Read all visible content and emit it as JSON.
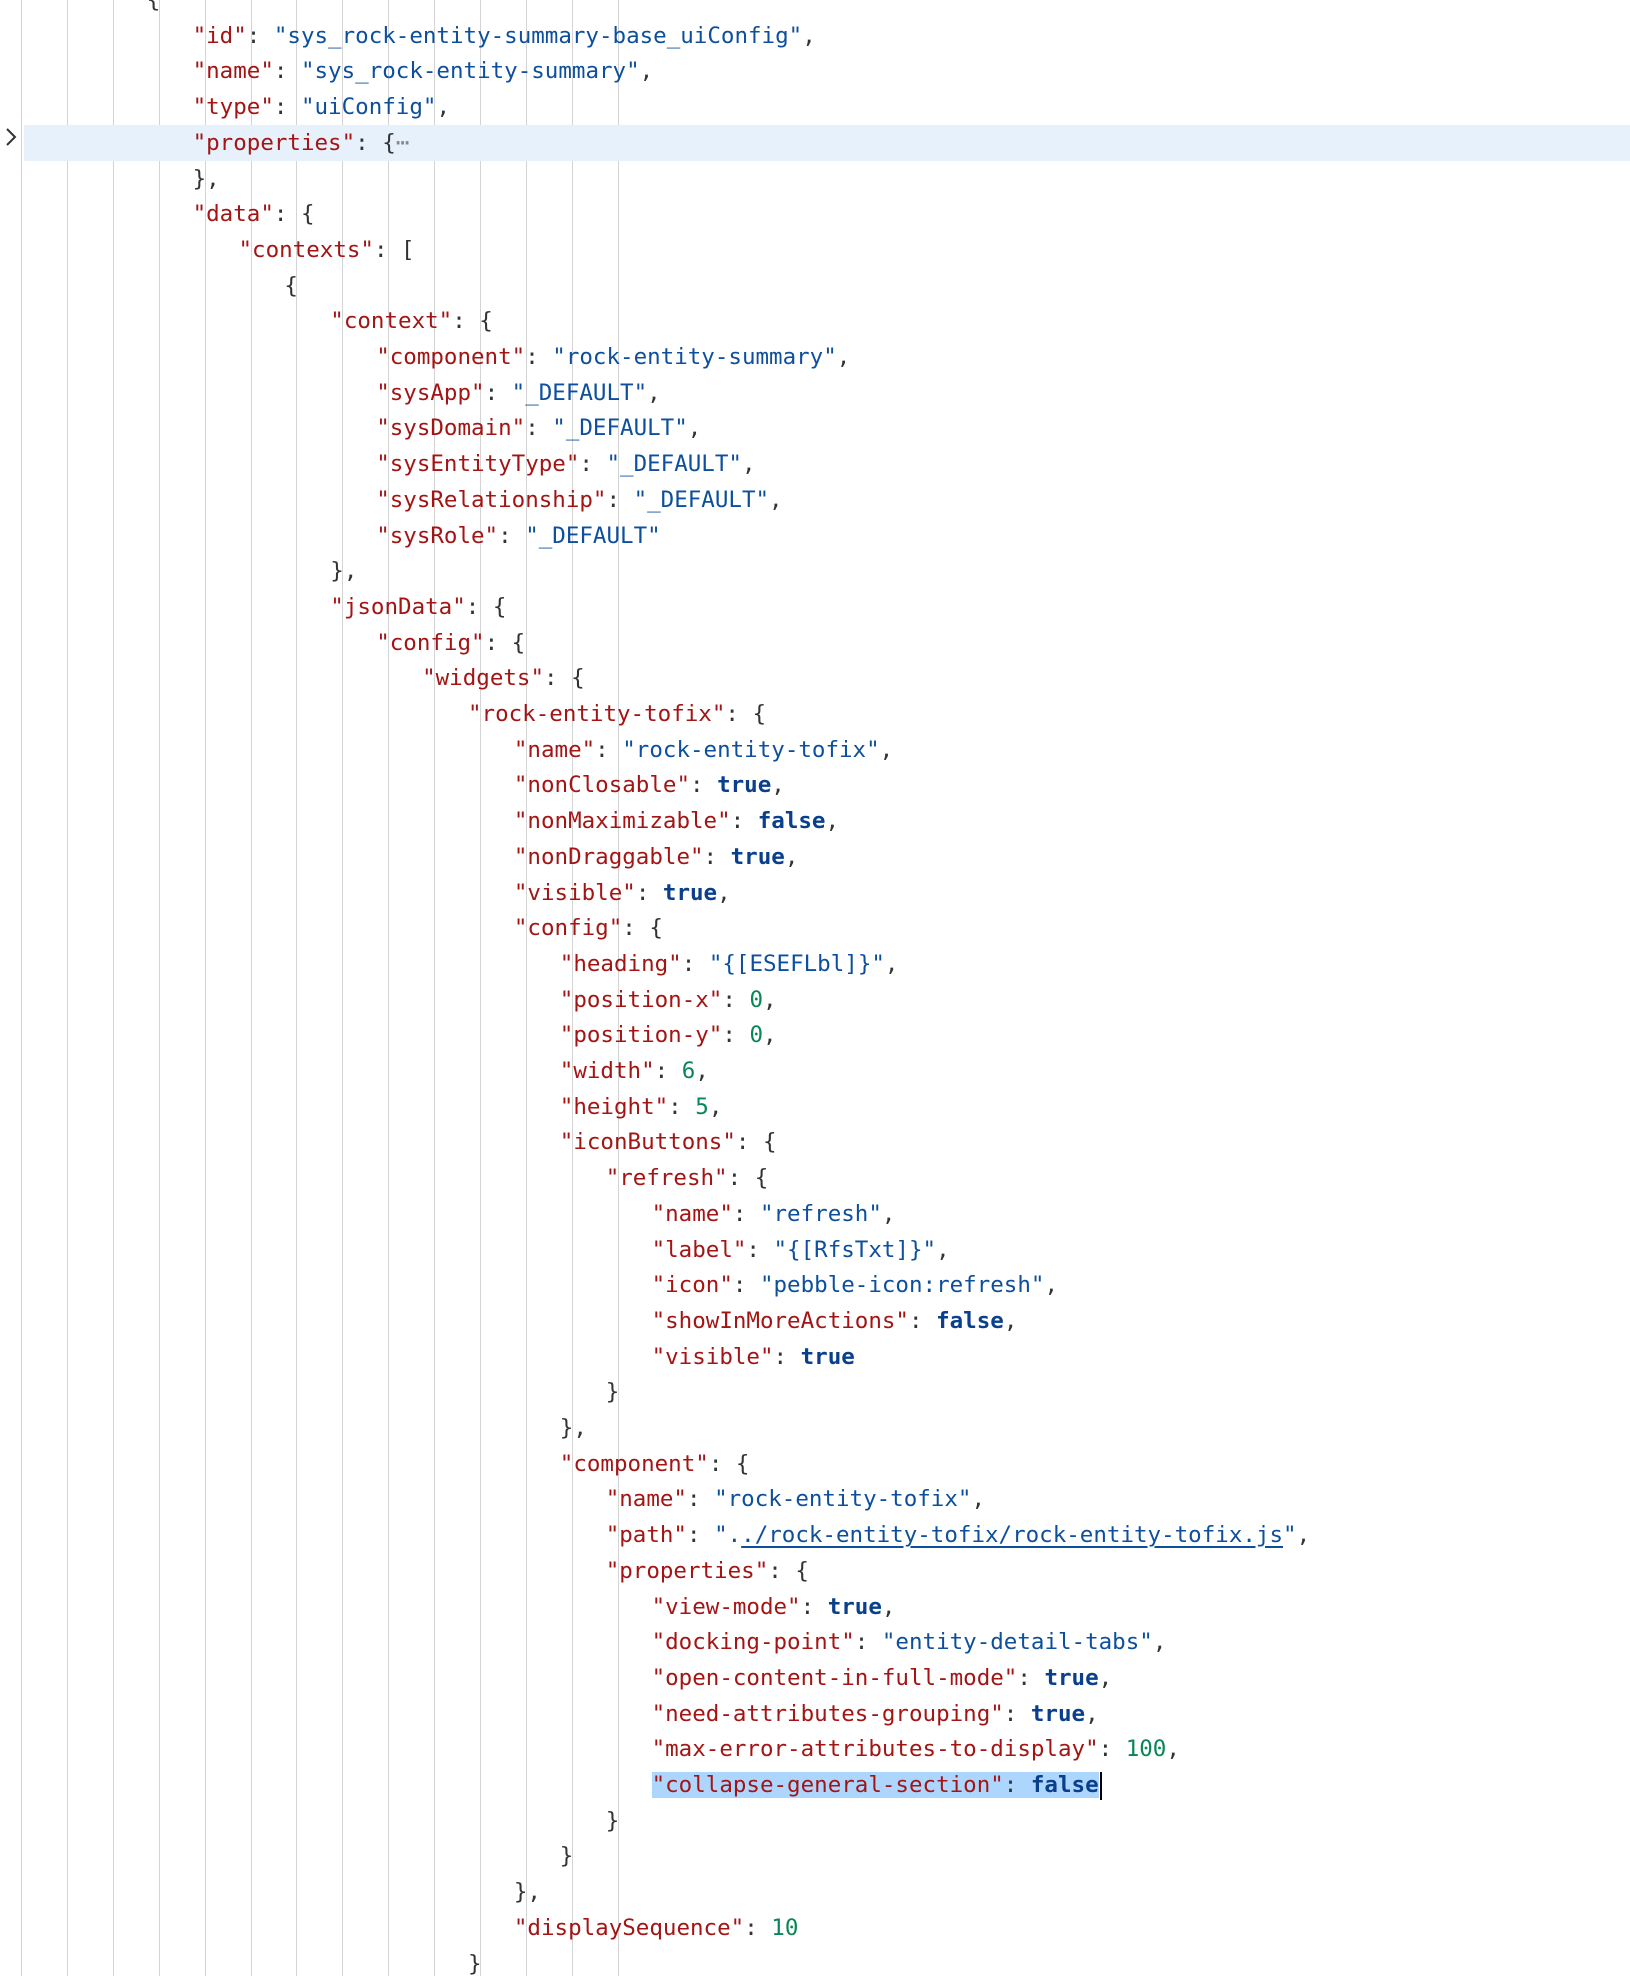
{
  "editor": {
    "folded_marker": "⋯",
    "lines": [
      {
        "indent": 3,
        "tokens": [
          {
            "t": "punc",
            "v": "{"
          }
        ],
        "clip": true
      },
      {
        "indent": 4,
        "tokens": [
          {
            "t": "key",
            "v": "\"id\""
          },
          {
            "t": "punc",
            "v": ": "
          },
          {
            "t": "str",
            "v": "\"sys_rock-entity-summary-base_uiConfig\""
          },
          {
            "t": "punc",
            "v": ","
          }
        ]
      },
      {
        "indent": 4,
        "tokens": [
          {
            "t": "key",
            "v": "\"name\""
          },
          {
            "t": "punc",
            "v": ": "
          },
          {
            "t": "str",
            "v": "\"sys_rock-entity-summary\""
          },
          {
            "t": "punc",
            "v": ","
          }
        ]
      },
      {
        "indent": 4,
        "tokens": [
          {
            "t": "key",
            "v": "\"type\""
          },
          {
            "t": "punc",
            "v": ": "
          },
          {
            "t": "str",
            "v": "\"uiConfig\""
          },
          {
            "t": "punc",
            "v": ","
          }
        ]
      },
      {
        "indent": 4,
        "highlight": true,
        "folded": true,
        "tokens": [
          {
            "t": "key",
            "v": "\"properties\""
          },
          {
            "t": "punc",
            "v": ": {"
          },
          {
            "t": "fold",
            "v": "⋯"
          }
        ]
      },
      {
        "indent": 4,
        "tokens": [
          {
            "t": "punc",
            "v": "},"
          }
        ]
      },
      {
        "indent": 4,
        "tokens": [
          {
            "t": "key",
            "v": "\"data\""
          },
          {
            "t": "punc",
            "v": ": {"
          }
        ]
      },
      {
        "indent": 5,
        "tokens": [
          {
            "t": "key",
            "v": "\"contexts\""
          },
          {
            "t": "punc",
            "v": ": ["
          }
        ]
      },
      {
        "indent": 6,
        "tokens": [
          {
            "t": "punc",
            "v": "{"
          }
        ]
      },
      {
        "indent": 7,
        "tokens": [
          {
            "t": "key",
            "v": "\"context\""
          },
          {
            "t": "punc",
            "v": ": {"
          }
        ]
      },
      {
        "indent": 8,
        "tokens": [
          {
            "t": "key",
            "v": "\"component\""
          },
          {
            "t": "punc",
            "v": ": "
          },
          {
            "t": "str",
            "v": "\"rock-entity-summary\""
          },
          {
            "t": "punc",
            "v": ","
          }
        ]
      },
      {
        "indent": 8,
        "tokens": [
          {
            "t": "key",
            "v": "\"sysApp\""
          },
          {
            "t": "punc",
            "v": ": "
          },
          {
            "t": "str",
            "v": "\"_DEFAULT\""
          },
          {
            "t": "punc",
            "v": ","
          }
        ]
      },
      {
        "indent": 8,
        "tokens": [
          {
            "t": "key",
            "v": "\"sysDomain\""
          },
          {
            "t": "punc",
            "v": ": "
          },
          {
            "t": "str",
            "v": "\"_DEFAULT\""
          },
          {
            "t": "punc",
            "v": ","
          }
        ]
      },
      {
        "indent": 8,
        "tokens": [
          {
            "t": "key",
            "v": "\"sysEntityType\""
          },
          {
            "t": "punc",
            "v": ": "
          },
          {
            "t": "str",
            "v": "\"_DEFAULT\""
          },
          {
            "t": "punc",
            "v": ","
          }
        ]
      },
      {
        "indent": 8,
        "tokens": [
          {
            "t": "key",
            "v": "\"sysRelationship\""
          },
          {
            "t": "punc",
            "v": ": "
          },
          {
            "t": "str",
            "v": "\"_DEFAULT\""
          },
          {
            "t": "punc",
            "v": ","
          }
        ]
      },
      {
        "indent": 8,
        "tokens": [
          {
            "t": "key",
            "v": "\"sysRole\""
          },
          {
            "t": "punc",
            "v": ": "
          },
          {
            "t": "str",
            "v": "\"_DEFAULT\""
          }
        ]
      },
      {
        "indent": 7,
        "tokens": [
          {
            "t": "punc",
            "v": "},"
          }
        ]
      },
      {
        "indent": 7,
        "tokens": [
          {
            "t": "key",
            "v": "\"jsonData\""
          },
          {
            "t": "punc",
            "v": ": {"
          }
        ]
      },
      {
        "indent": 8,
        "tokens": [
          {
            "t": "key",
            "v": "\"config\""
          },
          {
            "t": "punc",
            "v": ": {"
          }
        ]
      },
      {
        "indent": 9,
        "tokens": [
          {
            "t": "key",
            "v": "\"widgets\""
          },
          {
            "t": "punc",
            "v": ": {"
          }
        ]
      },
      {
        "indent": 10,
        "tokens": [
          {
            "t": "key",
            "v": "\"rock-entity-tofix\""
          },
          {
            "t": "punc",
            "v": ": {"
          }
        ]
      },
      {
        "indent": 11,
        "tokens": [
          {
            "t": "key",
            "v": "\"name\""
          },
          {
            "t": "punc",
            "v": ": "
          },
          {
            "t": "str",
            "v": "\"rock-entity-tofix\""
          },
          {
            "t": "punc",
            "v": ","
          }
        ]
      },
      {
        "indent": 11,
        "tokens": [
          {
            "t": "key",
            "v": "\"nonClosable\""
          },
          {
            "t": "punc",
            "v": ": "
          },
          {
            "t": "bool",
            "v": "true"
          },
          {
            "t": "punc",
            "v": ","
          }
        ]
      },
      {
        "indent": 11,
        "tokens": [
          {
            "t": "key",
            "v": "\"nonMaximizable\""
          },
          {
            "t": "punc",
            "v": ": "
          },
          {
            "t": "bool",
            "v": "false"
          },
          {
            "t": "punc",
            "v": ","
          }
        ]
      },
      {
        "indent": 11,
        "tokens": [
          {
            "t": "key",
            "v": "\"nonDraggable\""
          },
          {
            "t": "punc",
            "v": ": "
          },
          {
            "t": "bool",
            "v": "true"
          },
          {
            "t": "punc",
            "v": ","
          }
        ]
      },
      {
        "indent": 11,
        "tokens": [
          {
            "t": "key",
            "v": "\"visible\""
          },
          {
            "t": "punc",
            "v": ": "
          },
          {
            "t": "bool",
            "v": "true"
          },
          {
            "t": "punc",
            "v": ","
          }
        ]
      },
      {
        "indent": 11,
        "tokens": [
          {
            "t": "key",
            "v": "\"config\""
          },
          {
            "t": "punc",
            "v": ": {"
          }
        ]
      },
      {
        "indent": 12,
        "tokens": [
          {
            "t": "key",
            "v": "\"heading\""
          },
          {
            "t": "punc",
            "v": ": "
          },
          {
            "t": "str",
            "v": "\"{[ESEFLbl]}\""
          },
          {
            "t": "punc",
            "v": ","
          }
        ]
      },
      {
        "indent": 12,
        "tokens": [
          {
            "t": "key",
            "v": "\"position-x\""
          },
          {
            "t": "punc",
            "v": ": "
          },
          {
            "t": "num",
            "v": "0"
          },
          {
            "t": "punc",
            "v": ","
          }
        ]
      },
      {
        "indent": 12,
        "tokens": [
          {
            "t": "key",
            "v": "\"position-y\""
          },
          {
            "t": "punc",
            "v": ": "
          },
          {
            "t": "num",
            "v": "0"
          },
          {
            "t": "punc",
            "v": ","
          }
        ]
      },
      {
        "indent": 12,
        "tokens": [
          {
            "t": "key",
            "v": "\"width\""
          },
          {
            "t": "punc",
            "v": ": "
          },
          {
            "t": "num",
            "v": "6"
          },
          {
            "t": "punc",
            "v": ","
          }
        ]
      },
      {
        "indent": 12,
        "tokens": [
          {
            "t": "key",
            "v": "\"height\""
          },
          {
            "t": "punc",
            "v": ": "
          },
          {
            "t": "num",
            "v": "5"
          },
          {
            "t": "punc",
            "v": ","
          }
        ]
      },
      {
        "indent": 12,
        "tokens": [
          {
            "t": "key",
            "v": "\"iconButtons\""
          },
          {
            "t": "punc",
            "v": ": {"
          }
        ]
      },
      {
        "indent": 13,
        "tokens": [
          {
            "t": "key",
            "v": "\"refresh\""
          },
          {
            "t": "punc",
            "v": ": {"
          }
        ]
      },
      {
        "indent": 14,
        "tokens": [
          {
            "t": "key",
            "v": "\"name\""
          },
          {
            "t": "punc",
            "v": ": "
          },
          {
            "t": "str",
            "v": "\"refresh\""
          },
          {
            "t": "punc",
            "v": ","
          }
        ]
      },
      {
        "indent": 14,
        "tokens": [
          {
            "t": "key",
            "v": "\"label\""
          },
          {
            "t": "punc",
            "v": ": "
          },
          {
            "t": "str",
            "v": "\"{[RfsTxt]}\""
          },
          {
            "t": "punc",
            "v": ","
          }
        ]
      },
      {
        "indent": 14,
        "tokens": [
          {
            "t": "key",
            "v": "\"icon\""
          },
          {
            "t": "punc",
            "v": ": "
          },
          {
            "t": "str",
            "v": "\"pebble-icon:refresh\""
          },
          {
            "t": "punc",
            "v": ","
          }
        ]
      },
      {
        "indent": 14,
        "tokens": [
          {
            "t": "key",
            "v": "\"showInMoreActions\""
          },
          {
            "t": "punc",
            "v": ": "
          },
          {
            "t": "bool",
            "v": "false"
          },
          {
            "t": "punc",
            "v": ","
          }
        ]
      },
      {
        "indent": 14,
        "tokens": [
          {
            "t": "key",
            "v": "\"visible\""
          },
          {
            "t": "punc",
            "v": ": "
          },
          {
            "t": "bool",
            "v": "true"
          }
        ]
      },
      {
        "indent": 13,
        "tokens": [
          {
            "t": "punc",
            "v": "}"
          }
        ]
      },
      {
        "indent": 12,
        "tokens": [
          {
            "t": "punc",
            "v": "},"
          }
        ]
      },
      {
        "indent": 12,
        "tokens": [
          {
            "t": "key",
            "v": "\"component\""
          },
          {
            "t": "punc",
            "v": ": {"
          }
        ]
      },
      {
        "indent": 13,
        "tokens": [
          {
            "t": "key",
            "v": "\"name\""
          },
          {
            "t": "punc",
            "v": ": "
          },
          {
            "t": "str",
            "v": "\"rock-entity-tofix\""
          },
          {
            "t": "punc",
            "v": ","
          }
        ]
      },
      {
        "indent": 13,
        "tokens": [
          {
            "t": "key",
            "v": "\"path\""
          },
          {
            "t": "punc",
            "v": ": "
          },
          {
            "t": "str",
            "v": "\"."
          },
          {
            "t": "link",
            "v": "./rock-entity-tofix/rock-entity-tofix.js"
          },
          {
            "t": "str",
            "v": "\""
          },
          {
            "t": "punc",
            "v": ","
          }
        ]
      },
      {
        "indent": 13,
        "tokens": [
          {
            "t": "key",
            "v": "\"properties\""
          },
          {
            "t": "punc",
            "v": ": {"
          }
        ]
      },
      {
        "indent": 14,
        "tokens": [
          {
            "t": "key",
            "v": "\"view-mode\""
          },
          {
            "t": "punc",
            "v": ": "
          },
          {
            "t": "bool",
            "v": "true"
          },
          {
            "t": "punc",
            "v": ","
          }
        ]
      },
      {
        "indent": 14,
        "tokens": [
          {
            "t": "key",
            "v": "\"docking-point\""
          },
          {
            "t": "punc",
            "v": ": "
          },
          {
            "t": "str",
            "v": "\"entity-detail-tabs\""
          },
          {
            "t": "punc",
            "v": ","
          }
        ]
      },
      {
        "indent": 14,
        "tokens": [
          {
            "t": "key",
            "v": "\"open-content-in-full-mode\""
          },
          {
            "t": "punc",
            "v": ": "
          },
          {
            "t": "bool",
            "v": "true"
          },
          {
            "t": "punc",
            "v": ","
          }
        ]
      },
      {
        "indent": 14,
        "tokens": [
          {
            "t": "key",
            "v": "\"need-attributes-grouping\""
          },
          {
            "t": "punc",
            "v": ": "
          },
          {
            "t": "bool",
            "v": "true"
          },
          {
            "t": "punc",
            "v": ","
          }
        ]
      },
      {
        "indent": 14,
        "tokens": [
          {
            "t": "key",
            "v": "\"max-error-attributes-to-display\""
          },
          {
            "t": "punc",
            "v": ": "
          },
          {
            "t": "num",
            "v": "100"
          },
          {
            "t": "punc",
            "v": ","
          }
        ]
      },
      {
        "indent": 14,
        "selected": true,
        "cursor": true,
        "tokens": [
          {
            "t": "key",
            "v": "\"collapse-general-section\""
          },
          {
            "t": "punc",
            "v": ": "
          },
          {
            "t": "bool",
            "v": "false"
          }
        ]
      },
      {
        "indent": 13,
        "tokens": [
          {
            "t": "punc",
            "v": "}"
          }
        ]
      },
      {
        "indent": 12,
        "tokens": [
          {
            "t": "punc",
            "v": "}"
          }
        ]
      },
      {
        "indent": 11,
        "tokens": [
          {
            "t": "punc",
            "v": "},"
          }
        ]
      },
      {
        "indent": 11,
        "tokens": [
          {
            "t": "key",
            "v": "\"displaySequence\""
          },
          {
            "t": "punc",
            "v": ": "
          },
          {
            "t": "num",
            "v": "10"
          }
        ]
      },
      {
        "indent": 10,
        "tokens": [
          {
            "t": "punc",
            "v": "}"
          }
        ],
        "clip": true
      }
    ]
  }
}
